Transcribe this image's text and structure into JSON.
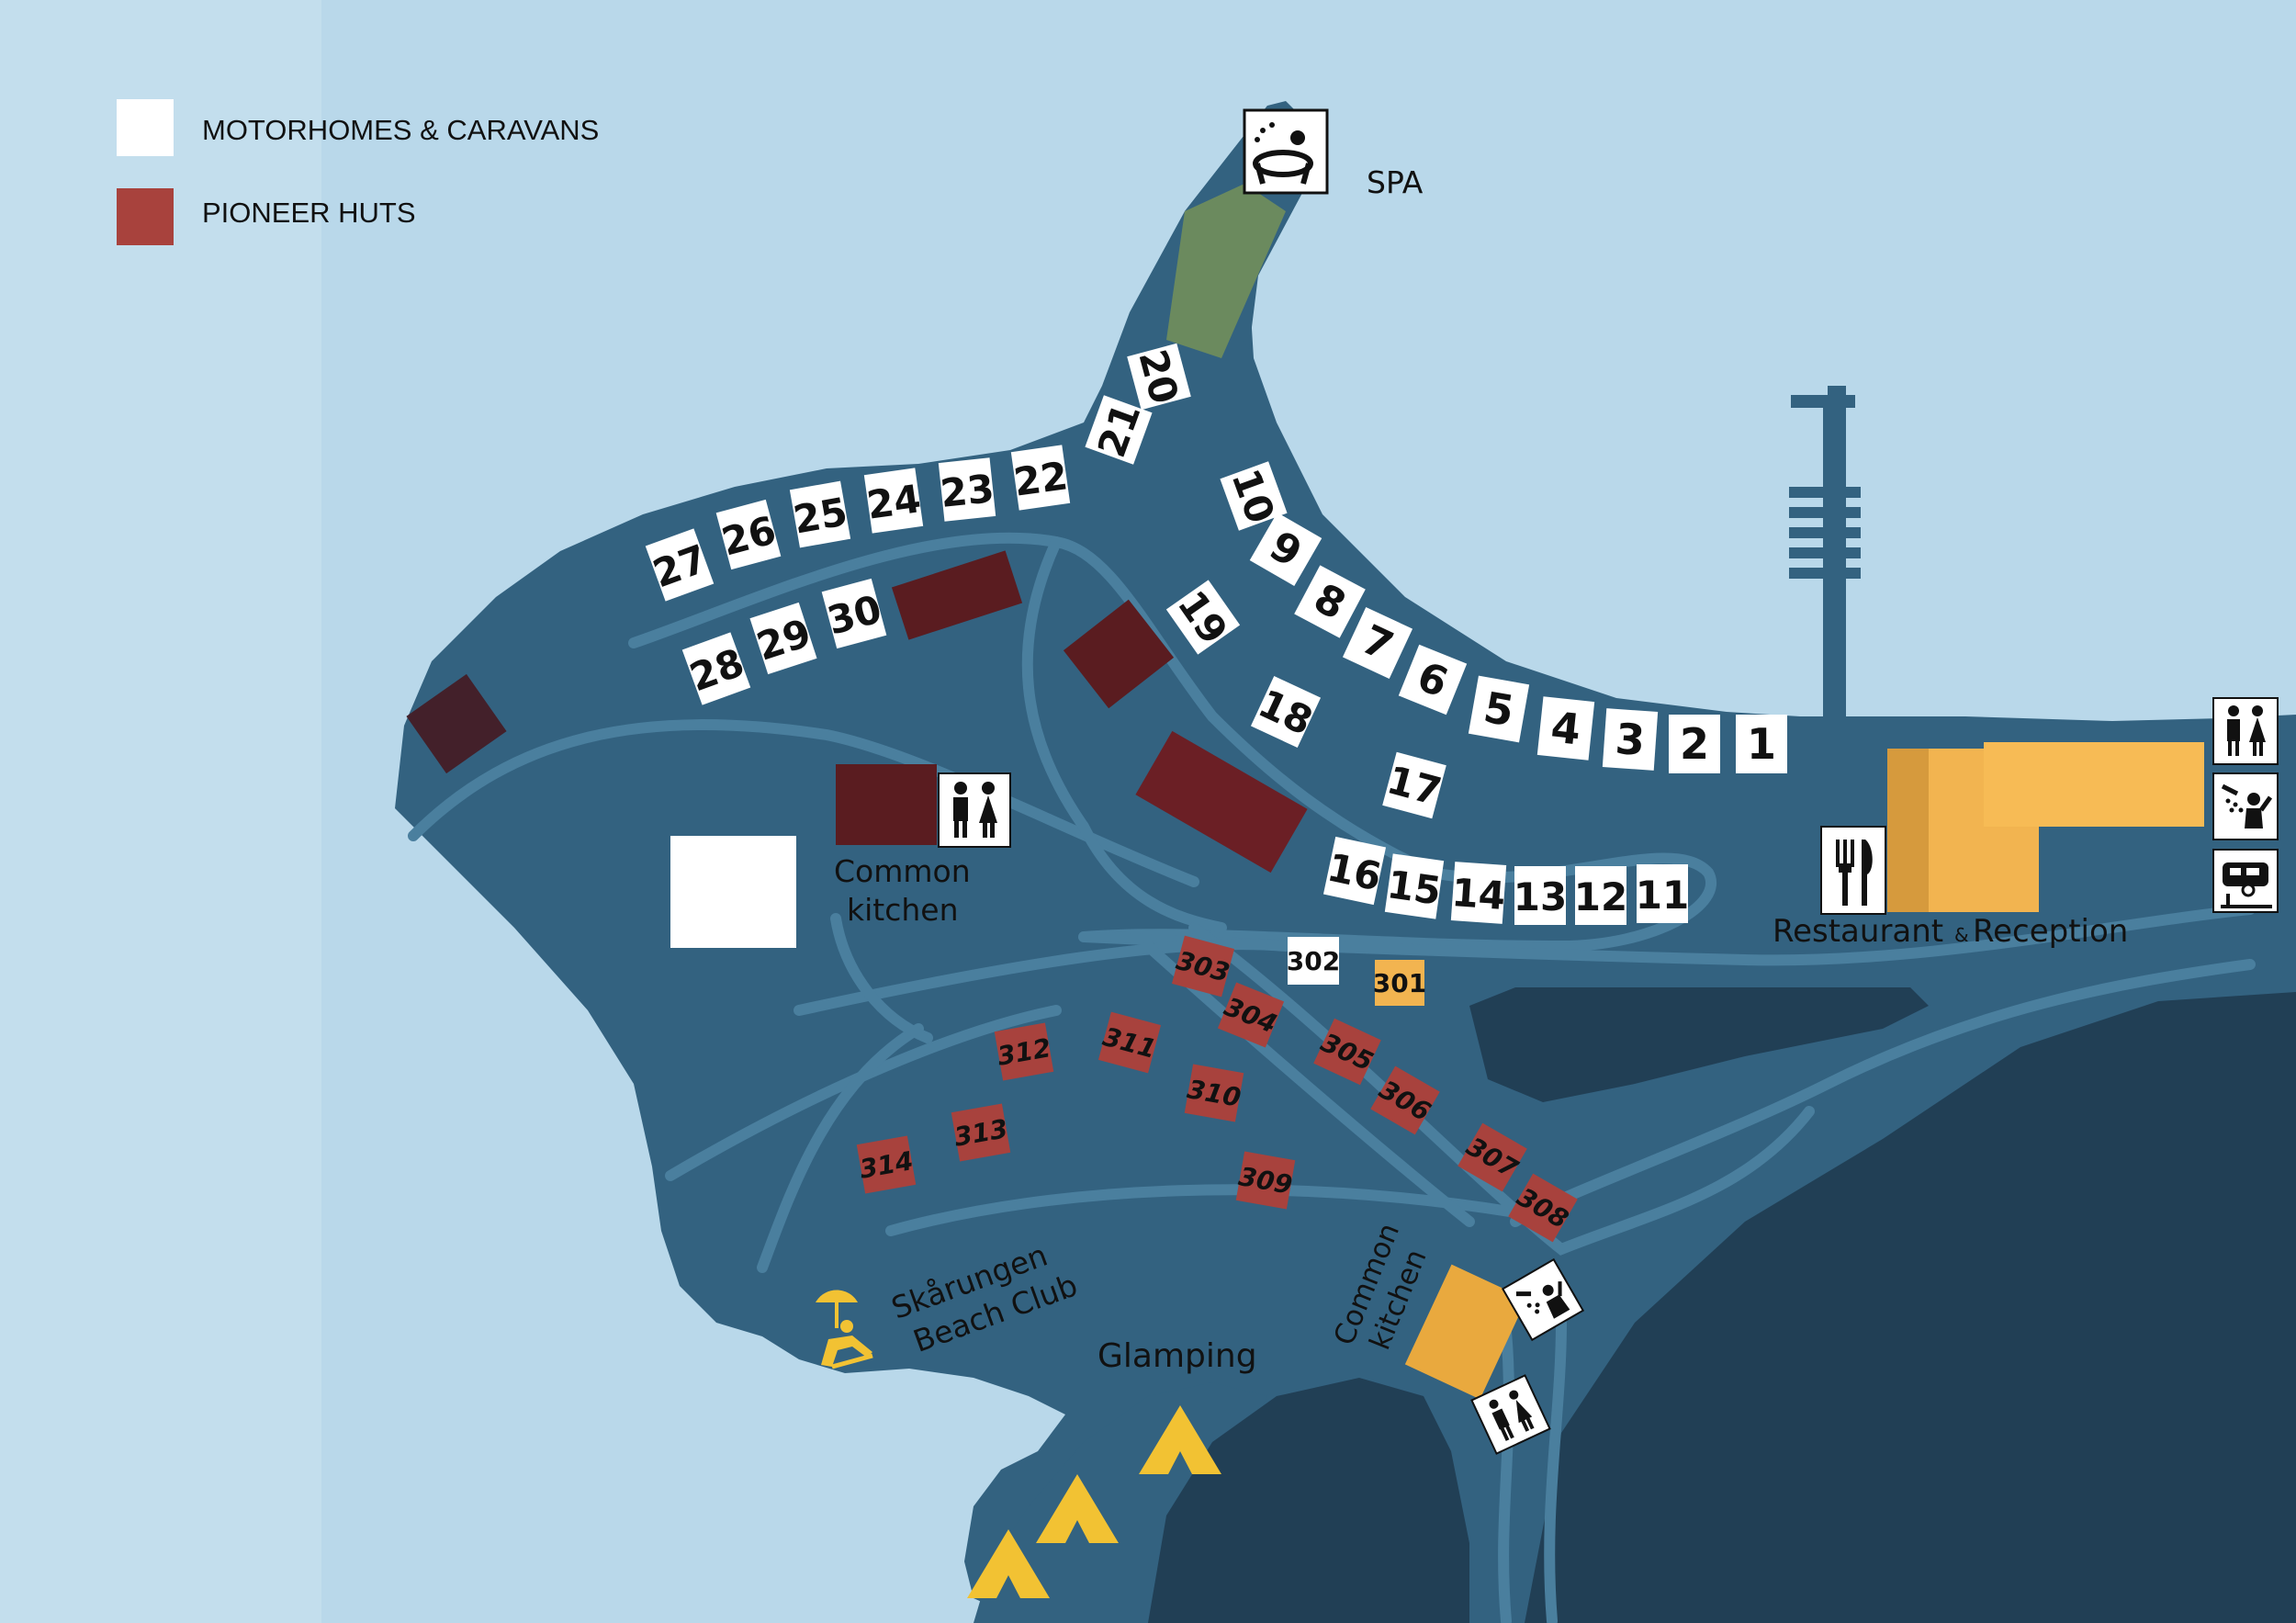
{
  "colors": {
    "water": "#b9d8ea",
    "water_left": "#c3deed",
    "land": "#336280",
    "dark_land": "#213f55",
    "road": "#4a7f9e",
    "motorhome": "#ffffff",
    "pioneer_hut": "#a8423d",
    "dark_building": "#5a1c20",
    "amenity": "#f2b450",
    "spa_lawn": "#6b8a5e",
    "tent": "#f2c233"
  },
  "legend": {
    "motorhomes": "MOTORHOMES & CARAVANS",
    "pioneer_huts": "PIONEER HUTS"
  },
  "labels": {
    "spa": "SPA",
    "common_kitchen_1_a": "Common",
    "common_kitchen_1_b": "kitchen",
    "restaurant": "Restaurant",
    "amp": "&",
    "reception": "Reception",
    "beach_a": "Skårungen",
    "beach_b": "Beach Club",
    "glamping": "Glamping",
    "common_kitchen_2_a": "Common",
    "common_kitchen_2_b": "kitchen"
  },
  "pitches": [
    "1",
    "2",
    "3",
    "4",
    "5",
    "6",
    "7",
    "8",
    "9",
    "10",
    "11",
    "12",
    "13",
    "14",
    "15",
    "16",
    "17",
    "18",
    "19",
    "20",
    "21",
    "22",
    "23",
    "24",
    "25",
    "26",
    "27",
    "28",
    "29",
    "30"
  ],
  "huts": [
    "303",
    "304",
    "305",
    "306",
    "307",
    "308",
    "309",
    "310",
    "311",
    "312",
    "313",
    "314"
  ],
  "special_pitches": {
    "motorhome": "302",
    "amenity": "301"
  },
  "icons": [
    "spa-icon",
    "toilets-icon",
    "restaurant-icon",
    "shower-icon",
    "caravan-service-icon",
    "beach-club-icon",
    "tent-icon"
  ]
}
